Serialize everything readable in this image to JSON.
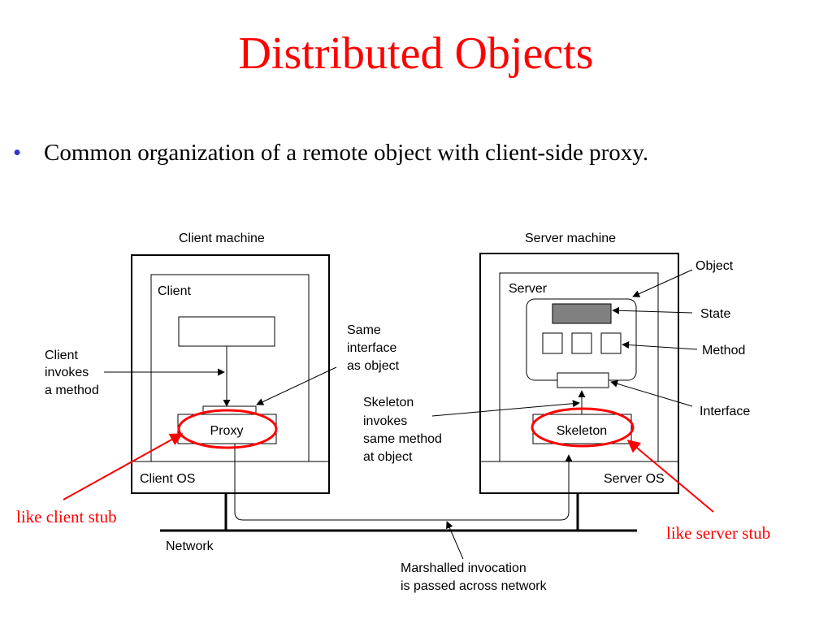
{
  "title": "Distributed Objects",
  "bullet": {
    "marker": "•",
    "text": "Common organization of a remote object with client-side proxy."
  },
  "diagram": {
    "client_machine": "Client machine",
    "server_machine": "Server machine",
    "client": "Client",
    "server": "Server",
    "proxy": "Proxy",
    "skeleton": "Skeleton",
    "client_os": "Client OS",
    "server_os": "Server OS",
    "network": "Network",
    "object": "Object",
    "state": "State",
    "method": "Method",
    "interface": "Interface",
    "client_invokes": [
      "Client",
      "invokes",
      "a method"
    ],
    "same_interface": [
      "Same",
      "interface",
      "as object"
    ],
    "skeleton_invokes": [
      "Skeleton",
      "invokes",
      "same method",
      "at object"
    ],
    "marshalled": [
      "Marshalled invocation",
      "is passed across network"
    ]
  },
  "annotations": {
    "client_stub": "like client stub",
    "server_stub": "like server stub"
  },
  "colors": {
    "accent": "#ff0000",
    "title": "#ff0000",
    "bullet_marker": "#3333cc",
    "state_fill": "#808080"
  }
}
